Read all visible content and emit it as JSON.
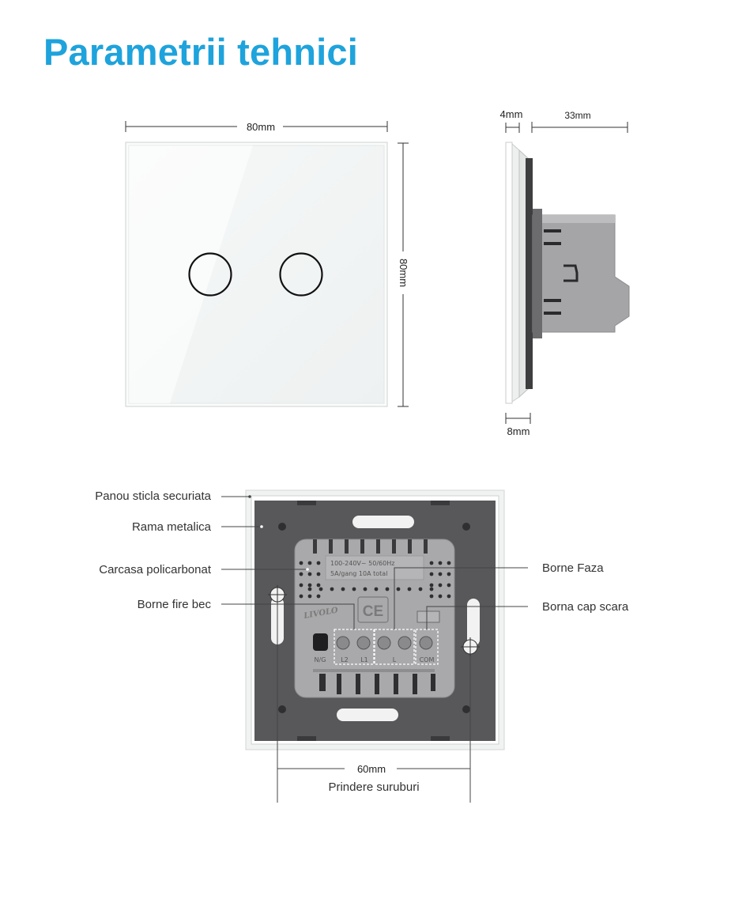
{
  "title": "Parametrii tehnici",
  "front_view": {
    "width_label": "80mm",
    "height_label": "80mm",
    "touch_buttons": 2
  },
  "side_view": {
    "glass_thickness_label": "4mm",
    "body_depth_label": "33mm",
    "frame_depth_label": "8mm"
  },
  "back_view": {
    "callouts_left": {
      "glass_panel": "Panou sticla securiata",
      "metal_frame": "Rama metalica",
      "polycarbonate_case": "Carcasa policarbonat",
      "bulb_terminals": "Borne fire bec"
    },
    "callouts_right": {
      "phase_terminals": "Borne Faza",
      "stair_terminal": "Borna cap scara"
    },
    "module_text": {
      "rating_line1": "100-240V~ 50/60Hz",
      "rating_line2": "5A/gang 10A total",
      "ce_mark": "CE",
      "brand": "LIVOLO",
      "terminal_labels": [
        "N/G",
        "L2",
        "L1",
        "L",
        "COM"
      ]
    },
    "screw_distance_label": "60mm",
    "screw_distance_caption": "Prindere suruburi"
  },
  "colors": {
    "title": "#1ea3dc",
    "metal_frame": "#58585a",
    "module": "#a9a9a9",
    "glass": "#f3f5f5"
  }
}
